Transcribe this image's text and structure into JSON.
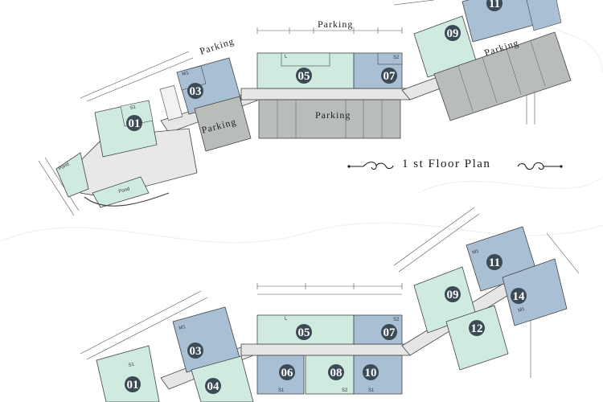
{
  "plan_title": "1 st Floor Plan",
  "colors": {
    "teal": "#cfeadf",
    "blue": "#a9c0d4",
    "corridor": "#e6e6e6",
    "parking": "#b9bdba",
    "unit_circle": "#3c4a55",
    "line": "#3a3a3a"
  },
  "top_plan": {
    "units": [
      "01",
      "03",
      "05",
      "07",
      "09",
      "11"
    ],
    "parking_labels": [
      "Parking",
      "Parking",
      "Parking",
      "Parking",
      "Parking"
    ],
    "room_tags": [
      "M1",
      "S1",
      "S2",
      "L"
    ],
    "pool_labels": [
      "Pond",
      "Pond"
    ]
  },
  "bottom_plan": {
    "units": [
      "01",
      "03",
      "04",
      "05",
      "06",
      "07",
      "08",
      "09",
      "10",
      "11",
      "12",
      "14"
    ],
    "room_tags": [
      "M1",
      "S1",
      "S2",
      "S1",
      "L",
      "S2",
      "S1",
      "M1",
      "M1"
    ]
  }
}
